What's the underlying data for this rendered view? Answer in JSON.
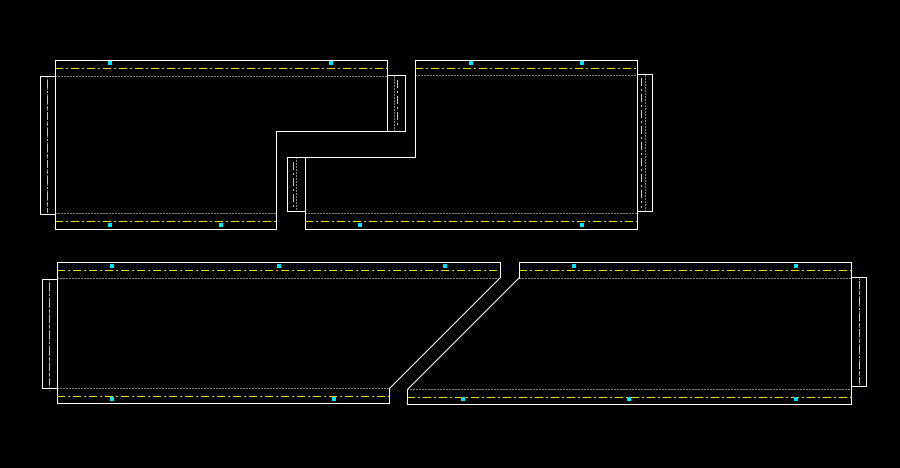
{
  "colors": {
    "background": "#000000",
    "outline": "#ffffff",
    "seam": "#ffffff",
    "centerline": "#e0e000",
    "marker": "#00e5ff"
  },
  "drawing": {
    "pieces": [
      {
        "name": "piece-top-left",
        "shape": "top-left"
      },
      {
        "name": "piece-top-right",
        "shape": "top-right"
      },
      {
        "name": "piece-bottom-left",
        "shape": "bottom-left"
      },
      {
        "name": "piece-bottom-right",
        "shape": "bottom-right"
      }
    ]
  }
}
